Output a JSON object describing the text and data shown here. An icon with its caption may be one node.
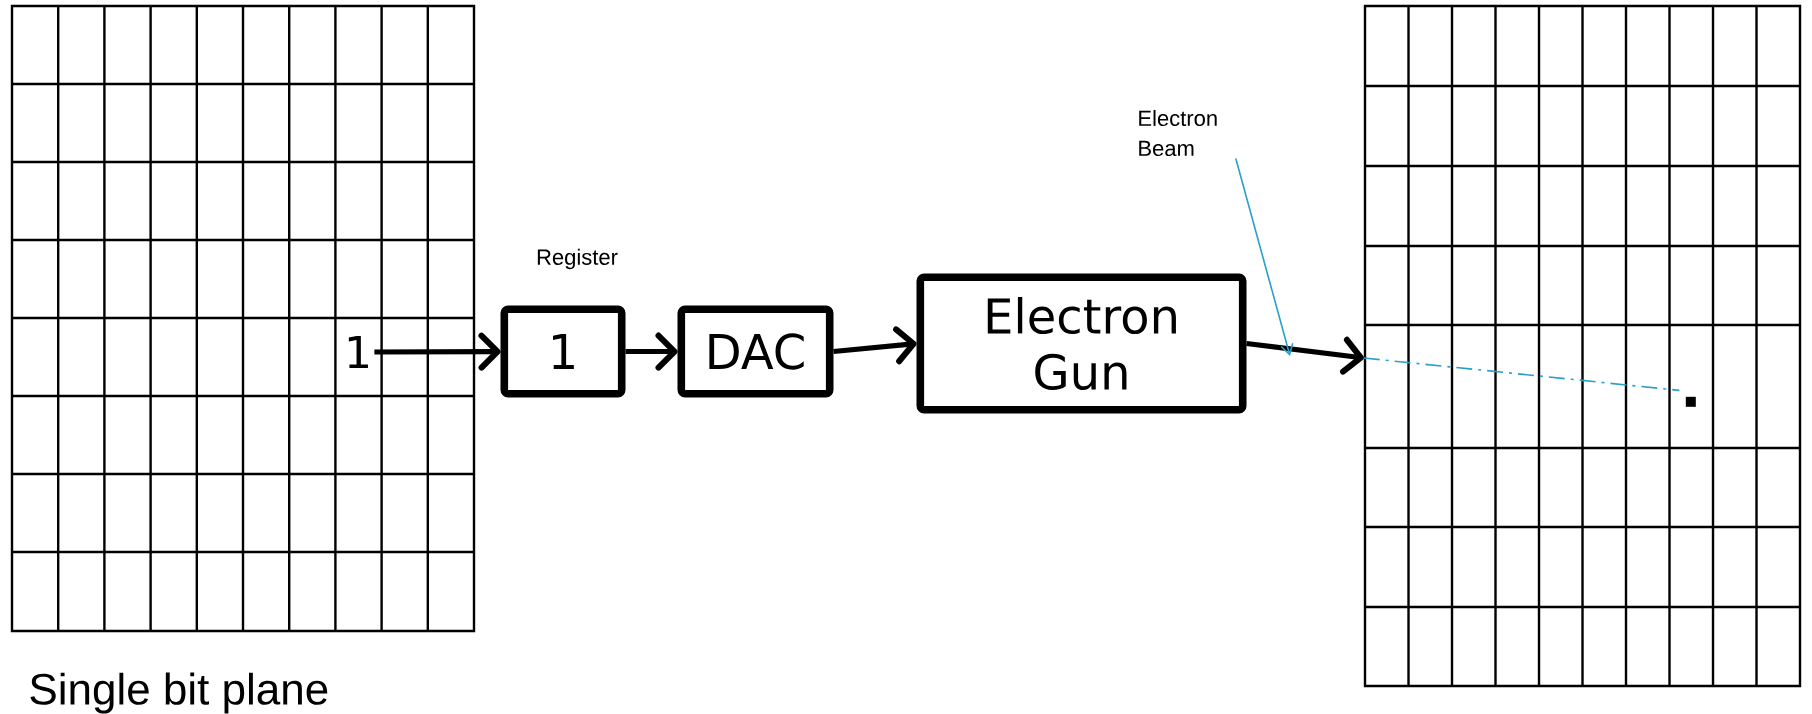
{
  "diagram": {
    "nodes": [
      {
        "text": [],
        "shape": "grid",
        "beside": [
          "Single bit plane"
        ]
      },
      {
        "text": [
          "1"
        ],
        "in": 0
      },
      {
        "text": [
          "Register",
          "1"
        ]
      },
      {
        "text": [
          "DAC"
        ]
      },
      {
        "text": [
          "Electron Gun"
        ]
      },
      {
        "text": [],
        "shape": "grid"
      },
      {
        "text": [
          "Electron Beam"
        ]
      },
      {
        "text": [],
        "shape": "box",
        "in": 5
      }
    ],
    "edges": [
      {
        "from": 1,
        "to": 2,
        "arrow": "to"
      },
      {
        "from": 2,
        "to": 3,
        "arrow": "to"
      },
      {
        "from": 3,
        "to": 4,
        "arrow": "to"
      },
      {
        "from": 4,
        "to": 5,
        "arrow": "to"
      },
      {
        "from": 6,
        "to": null,
        "arrow": "to",
        "color": "#2aa0c8"
      },
      {
        "from": 5,
        "to": 7,
        "arrow": "none",
        "style": "dashed",
        "color": "#2aa0c8"
      }
    ]
  }
}
